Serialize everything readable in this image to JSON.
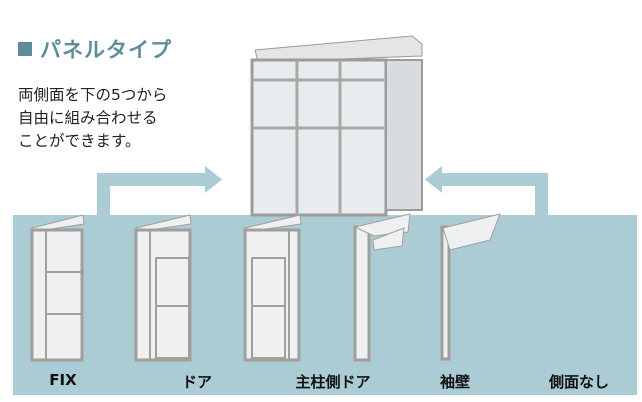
{
  "title": "パネルタイプ",
  "description": [
    "両側面を下の5つから",
    "自由に組み合わせる",
    "ことができます。"
  ],
  "options": [
    {
      "label": "FIX",
      "icon": "fix-panel-image"
    },
    {
      "label": "ドア",
      "icon": "door-panel-image"
    },
    {
      "label": "主柱側ドア",
      "icon": "post-side-door-panel-image"
    },
    {
      "label": "袖壁",
      "icon": "wing-wall-panel-image"
    },
    {
      "label": "側面なし",
      "icon": "no-side-panel-image"
    }
  ],
  "colors": {
    "band": "#abcbd5",
    "accent": "#5f8c9b"
  }
}
